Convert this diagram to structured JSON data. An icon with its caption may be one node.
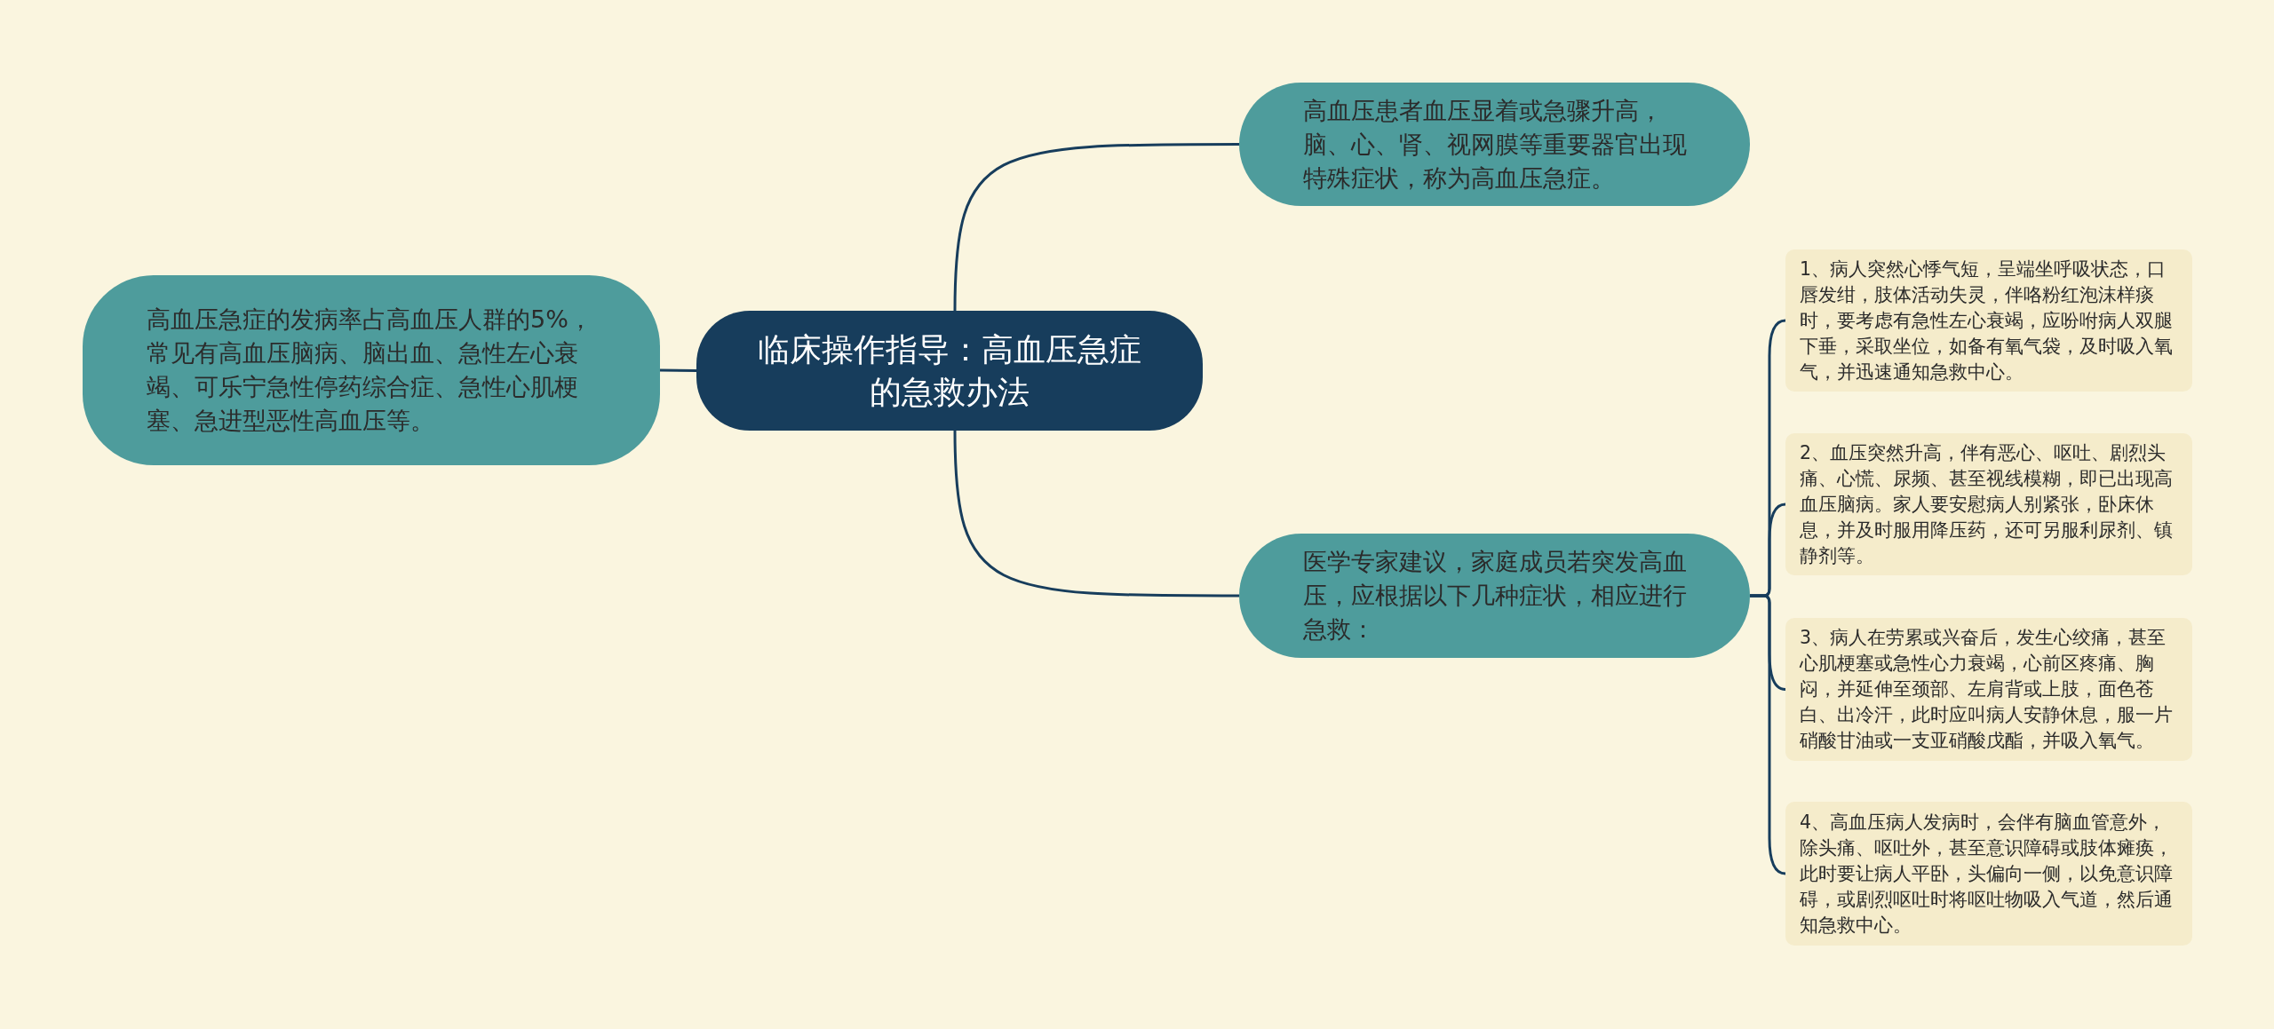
{
  "diagram": {
    "nodes": [
      {
        "text": [
          "临床操作指导：高血压急症的急救办法"
        ]
      },
      {
        "text": [
          "高血压急症的发病率占高血压人群的5%，常见有高血压脑病、脑出血、急性左心衰竭、可乐宁急性停药综合症、急性心肌梗塞、急进型恶性高血压等。"
        ]
      },
      {
        "text": [
          "高血压患者血压显着或急骤升高，脑、心、肾、视网膜等重要器官出现特殊症状，称为高血压急症。"
        ]
      },
      {
        "text": [
          "医学专家建议，家庭成员若突发高血压，应根据以下几种症状，相应进行急救："
        ]
      },
      {
        "text": [
          "1、病人突然心悸气短，呈端坐呼吸状态，口唇发绀，肢体活动失灵，伴咯粉红泡沫样痰时，要考虑有急性左心衰竭，应吩咐病人双腿下垂，采取坐位，如备有氧气袋，及时吸入氧气，并迅速通知急救中心。"
        ]
      },
      {
        "text": [
          "2、血压突然升高，伴有恶心、呕吐、剧烈头痛、心慌、尿频、甚至视线模糊，即已出现高血压脑病。家人要安慰病人别紧张，卧床休息，并及时服用降压药，还可另服利尿剂、镇静剂等。"
        ]
      },
      {
        "text": [
          "3、病人在劳累或兴奋后，发生心绞痛，甚至心肌梗塞或急性心力衰竭，心前区疼痛、胸闷，并延伸至颈部、左肩背或上肢，面色苍白、出冷汗，此时应叫病人安静休息，服一片硝酸甘油或一支亚硝酸戊酯，并吸入氧气。"
        ]
      },
      {
        "text": [
          "4、高血压病人发病时，会伴有脑血管意外，除头痛、呕吐外，甚至意识障碍或肢体瘫痪，此时要让病人平卧，头偏向一侧，以免意识障碍，或剧烈呕吐时将呕吐物吸入气道，然后通知急救中心。"
        ]
      }
    ],
    "edges": [
      {
        "from": 0,
        "to": 1,
        "arrow": "none"
      },
      {
        "from": 0,
        "to": 2,
        "arrow": "none"
      },
      {
        "from": 0,
        "to": 3,
        "arrow": "none"
      },
      {
        "from": 3,
        "to": 4,
        "arrow": "none"
      },
      {
        "from": 3,
        "to": 5,
        "arrow": "none"
      },
      {
        "from": 3,
        "to": 6,
        "arrow": "none"
      },
      {
        "from": 3,
        "to": 7,
        "arrow": "none"
      }
    ]
  }
}
